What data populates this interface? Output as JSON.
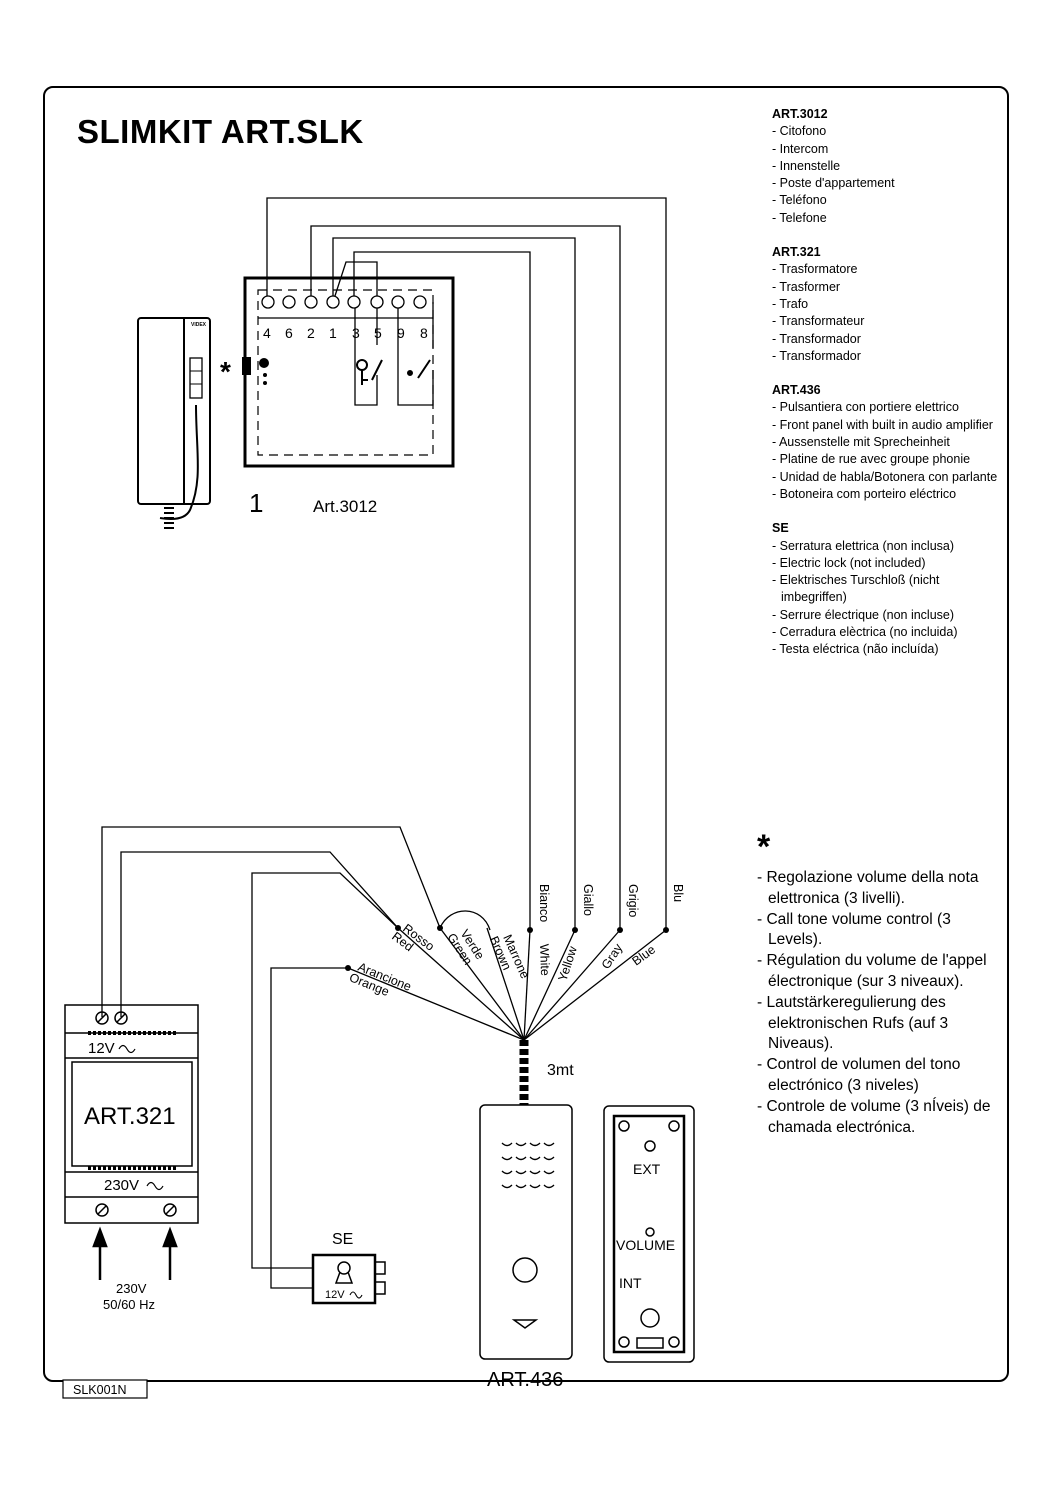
{
  "title": "SLIMKIT ART.SLK",
  "legend": [
    {
      "title": "ART.3012",
      "items": [
        "- Citofono",
        "- Intercom",
        "- Innenstelle",
        "- Poste d'appartement",
        "- Teléfono",
        "- Telefone"
      ]
    },
    {
      "title": "ART.321",
      "items": [
        "- Trasformatore",
        "- Trasformer",
        "- Trafo",
        "- Transformateur",
        "- Transformador",
        "- Transformador"
      ]
    },
    {
      "title": "ART.436",
      "items": [
        "- Pulsantiera con portiere elettrico",
        "- Front panel with built in audio amplifier",
        "- Aussenstelle mit Sprecheinheit",
        "- Platine de rue avec groupe phonie",
        "- Unidad de habla/Botonera con parlante",
        "- Botoneira com porteiro eléctrico"
      ]
    },
    {
      "title": "SE",
      "items": [
        "- Serratura elettrica (non inclusa)",
        "- Electric lock (not included)",
        "- Elektrisches Turschloß (nicht imbegriffen)",
        "- Serrure électrique (non incluse)",
        "- Cerradura elèctrica (no incluida)",
        "- Testa eléctrica (não incluída)"
      ]
    }
  ],
  "star_note": {
    "symbol": "*",
    "items": [
      "- Regolazione volume della nota elettronica (3 livelli).",
      "- Call tone volume control (3 Levels).",
      "- Régulation du volume de l'appel électronique (sur 3  niveaux).",
      "- Lautstärkeregulierung des elektronischen Rufs (auf 3 Niveaus).",
      "- Control de volumen del tono electrónico (3 niveles)",
      "- Controle de volume (3 nÍveis) de chamada electrónica."
    ]
  },
  "intercom": {
    "brand": "VIDEX",
    "star": "*",
    "terminals": [
      "4",
      "6",
      "2",
      "1",
      "3",
      "5",
      "9",
      "8"
    ],
    "unit_number": "1",
    "unit_label": "Art.3012"
  },
  "wires": {
    "vertical": [
      "Bianco",
      "Giallo",
      "Grigio",
      "Blu"
    ],
    "diagonal": [
      {
        "it": "Rosso",
        "en": "Red"
      },
      {
        "it": "Verde",
        "en": "Green"
      },
      {
        "it": "Marrone",
        "en": "Brown"
      },
      {
        "it": "Bianco",
        "en": "White"
      },
      {
        "it": "Giallo",
        "en": "Yellow"
      },
      {
        "it": "Grigio",
        "en": "Gray"
      },
      {
        "it": "Blu",
        "en": "Blue"
      },
      {
        "it": "Arancione",
        "en": "Orange"
      }
    ],
    "cable_length": "3mt"
  },
  "transformer": {
    "label": "ART.321",
    "output": "12V",
    "input": "230V",
    "supply_line1": "230V",
    "supply_line2": "50/60 Hz"
  },
  "lock": {
    "label": "SE",
    "voltage": "12V"
  },
  "panel": {
    "label": "ART.436",
    "ext": "EXT",
    "volume": "VOLUME",
    "int": "INT"
  },
  "doc_code": "SLK001N"
}
